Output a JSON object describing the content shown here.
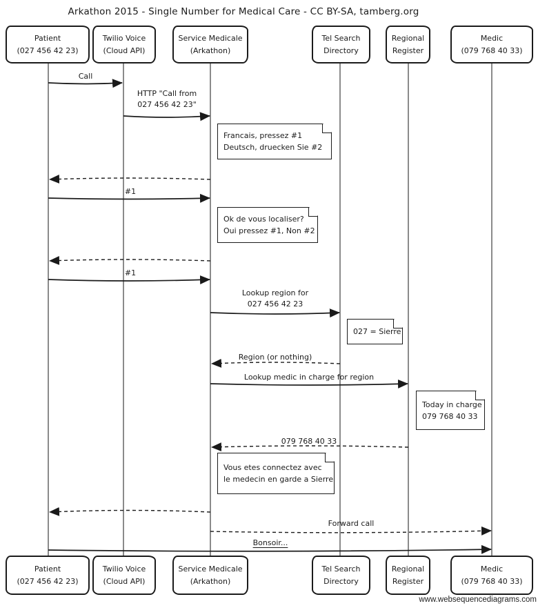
{
  "title": "Arkathon 2015 - Single Number for Medical Care - CC BY-SA, tamberg.org",
  "watermark": "www.websequencediagrams.com",
  "colors": {
    "ink": "#1a1a1a",
    "paper": "#ffffff"
  },
  "participants": [
    {
      "name": "Patient",
      "detail": "(027 456 42 23)"
    },
    {
      "name": "Twilio Voice",
      "detail": "(Cloud API)"
    },
    {
      "name": "Service Medicale",
      "detail": "(Arkathon)"
    },
    {
      "name": "Tel Search",
      "detail": "Directory"
    },
    {
      "name": "Regional",
      "detail": "Register"
    },
    {
      "name": "Medic",
      "detail": "(079 768 40 33)"
    }
  ],
  "messages": [
    {
      "text": "Call"
    },
    {
      "text": "HTTP \"Call from",
      "text2": "027 456 42 23\""
    },
    {
      "text": "#1"
    },
    {
      "text": "#1"
    },
    {
      "text": "Lookup region for",
      "text2": "027 456 42 23"
    },
    {
      "text": "Region (or nothing)"
    },
    {
      "text": "Lookup medic in charge for region"
    },
    {
      "text": "079 768 40 33"
    },
    {
      "text": "Forward call"
    },
    {
      "text": "Bonsoir..."
    }
  ],
  "notes": [
    {
      "line1": "Francais, pressez #1",
      "line2": "Deutsch, druecken Sie #2"
    },
    {
      "line1": "Ok de vous localiser?",
      "line2": "Oui pressez #1, Non #2"
    },
    {
      "line1": "027 = Sierre"
    },
    {
      "line1": "Today in charge",
      "line2": "079 768 40 33"
    },
    {
      "line1": "Vous etes connectez avec",
      "line2": "le medecin en garde a Sierre"
    }
  ]
}
